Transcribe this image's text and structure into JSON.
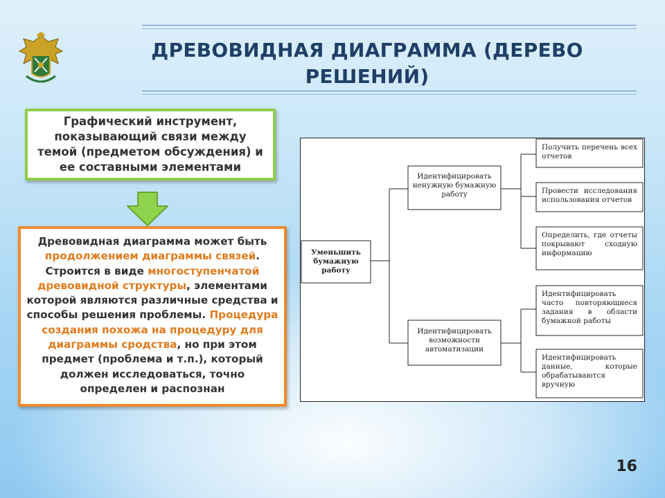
{
  "title": "ДРЕВОВИДНАЯ ДИАГРАММА (ДЕРЕВО РЕШЕНИЙ)",
  "green_box": {
    "text": "Графический инструмент, показывающий связи между темой (предметом обсуждения) и ее составными элементами"
  },
  "orange_box": {
    "p1_a": "Древовидная диаграмма может быть ",
    "p1_b": "продолжением диаграммы связей",
    "p1_c": ". Строится в виде ",
    "p1_d": "многоступенчатой древовидной структуры",
    "p1_e": ", элементами которой являются различные средства и способы решения проблемы. ",
    "p1_f": "Процедура создания похожа на процедуру для диаграммы сродства",
    "p1_g": ", но при этом предмет (проблема и т.п.), который должен исследоваться, точно определен  и распознан"
  },
  "tree": {
    "root": "Уменьшить бумажную работу",
    "branch1": {
      "label": "Идентифицировать ненужную бумажную работу",
      "leaves": [
        "Получить перечень всех отчетов",
        "Провести исследования использования отчетов",
        "Определить, где отчеты покрывают сходную информацию"
      ]
    },
    "branch2": {
      "label": "Идентифицировать возможности автоматизации",
      "leaves": [
        "Идентифицировать часто повторяющиеся задания в области бумажной работы",
        "Идентифицировать данные, которые обрабатываются вручную"
      ]
    }
  },
  "page_number": "16",
  "colors": {
    "title": "#1f3f66",
    "green_border": "#8fcd4a",
    "orange_border": "#f0892d",
    "highlight": "#e07b1e"
  }
}
